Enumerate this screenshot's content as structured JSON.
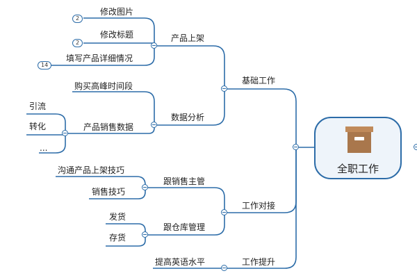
{
  "root": {
    "label": "全职工作",
    "icon": "archive-box-icon"
  },
  "branches": {
    "basic": {
      "label": "基础工作",
      "product_listing": {
        "label": "产品上架",
        "edit_image": {
          "label": "修改图片",
          "count": "2"
        },
        "edit_title": {
          "label": "修改标题",
          "count": "2"
        },
        "fill_details": {
          "label": "填写产品详细情况",
          "count": "14"
        }
      },
      "data_analysis": {
        "label": "数据分析",
        "peak_time": {
          "label": "购买高峰时间段"
        },
        "sales_data": {
          "label": "产品销售数据",
          "traffic": {
            "label": "引流"
          },
          "conversion": {
            "label": "转化"
          },
          "more": {
            "label": "..."
          }
        }
      }
    },
    "handover": {
      "label": "工作对接",
      "sales_manager": {
        "label": "跟销售主管",
        "communicate_listing": {
          "label": "沟通产品上架技巧"
        },
        "sales_skills": {
          "label": "销售技巧"
        }
      },
      "warehouse_manager": {
        "label": "跟仓库管理",
        "shipping": {
          "label": "发货"
        },
        "stock": {
          "label": "存货"
        }
      }
    },
    "improve": {
      "label": "工作提升",
      "english": {
        "label": "提高英语水平"
      }
    }
  },
  "colors": {
    "line": "#2c6ca8",
    "root_fill": "#eef4fa",
    "box_brown": "#a9774c"
  }
}
